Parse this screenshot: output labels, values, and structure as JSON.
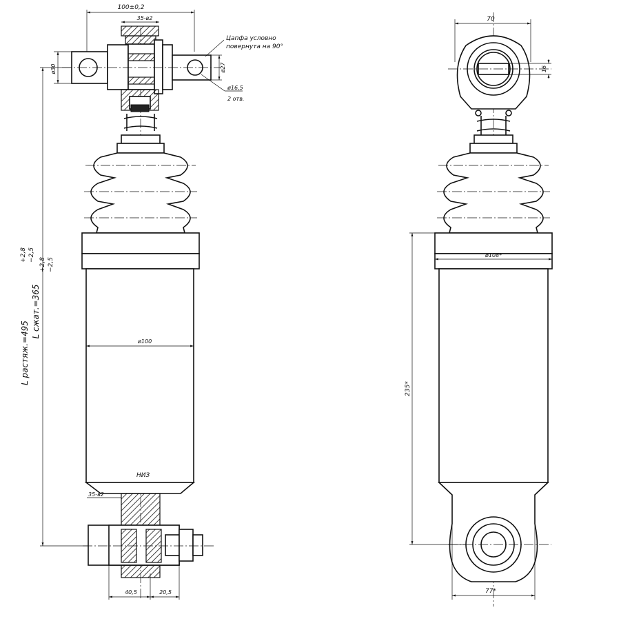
{
  "left_view": {
    "dim_top_total": "100±0,2",
    "dim_top_sleeve": "35-в2",
    "note_line1": "Цапфа условно",
    "note_line2": "повернута на 90°",
    "dim_pin_left": "ø30",
    "dim_pin_right": "ø27",
    "dim_hole": "ø16,5",
    "dim_hole_count": "2 отв.",
    "dim_body": "ø100",
    "marking": "НИЗ",
    "dim_bottom_sleeve": "35-в2",
    "dim_bottom_left": "40,5",
    "dim_bottom_right": "20,5",
    "length_extended": "L растяж.=495",
    "length_extended_tol_upper": "+2,8",
    "length_extended_tol_lower": "−2,5",
    "length_compressed": "L сжат.=365",
    "length_compressed_tol_upper": "+2,8",
    "length_compressed_tol_lower": "−2,5"
  },
  "right_view": {
    "dim_eye_width": "70",
    "dim_slot": "16",
    "dim_collar": "ø108*",
    "dim_height": "235*",
    "dim_bottom_width": "77*"
  }
}
